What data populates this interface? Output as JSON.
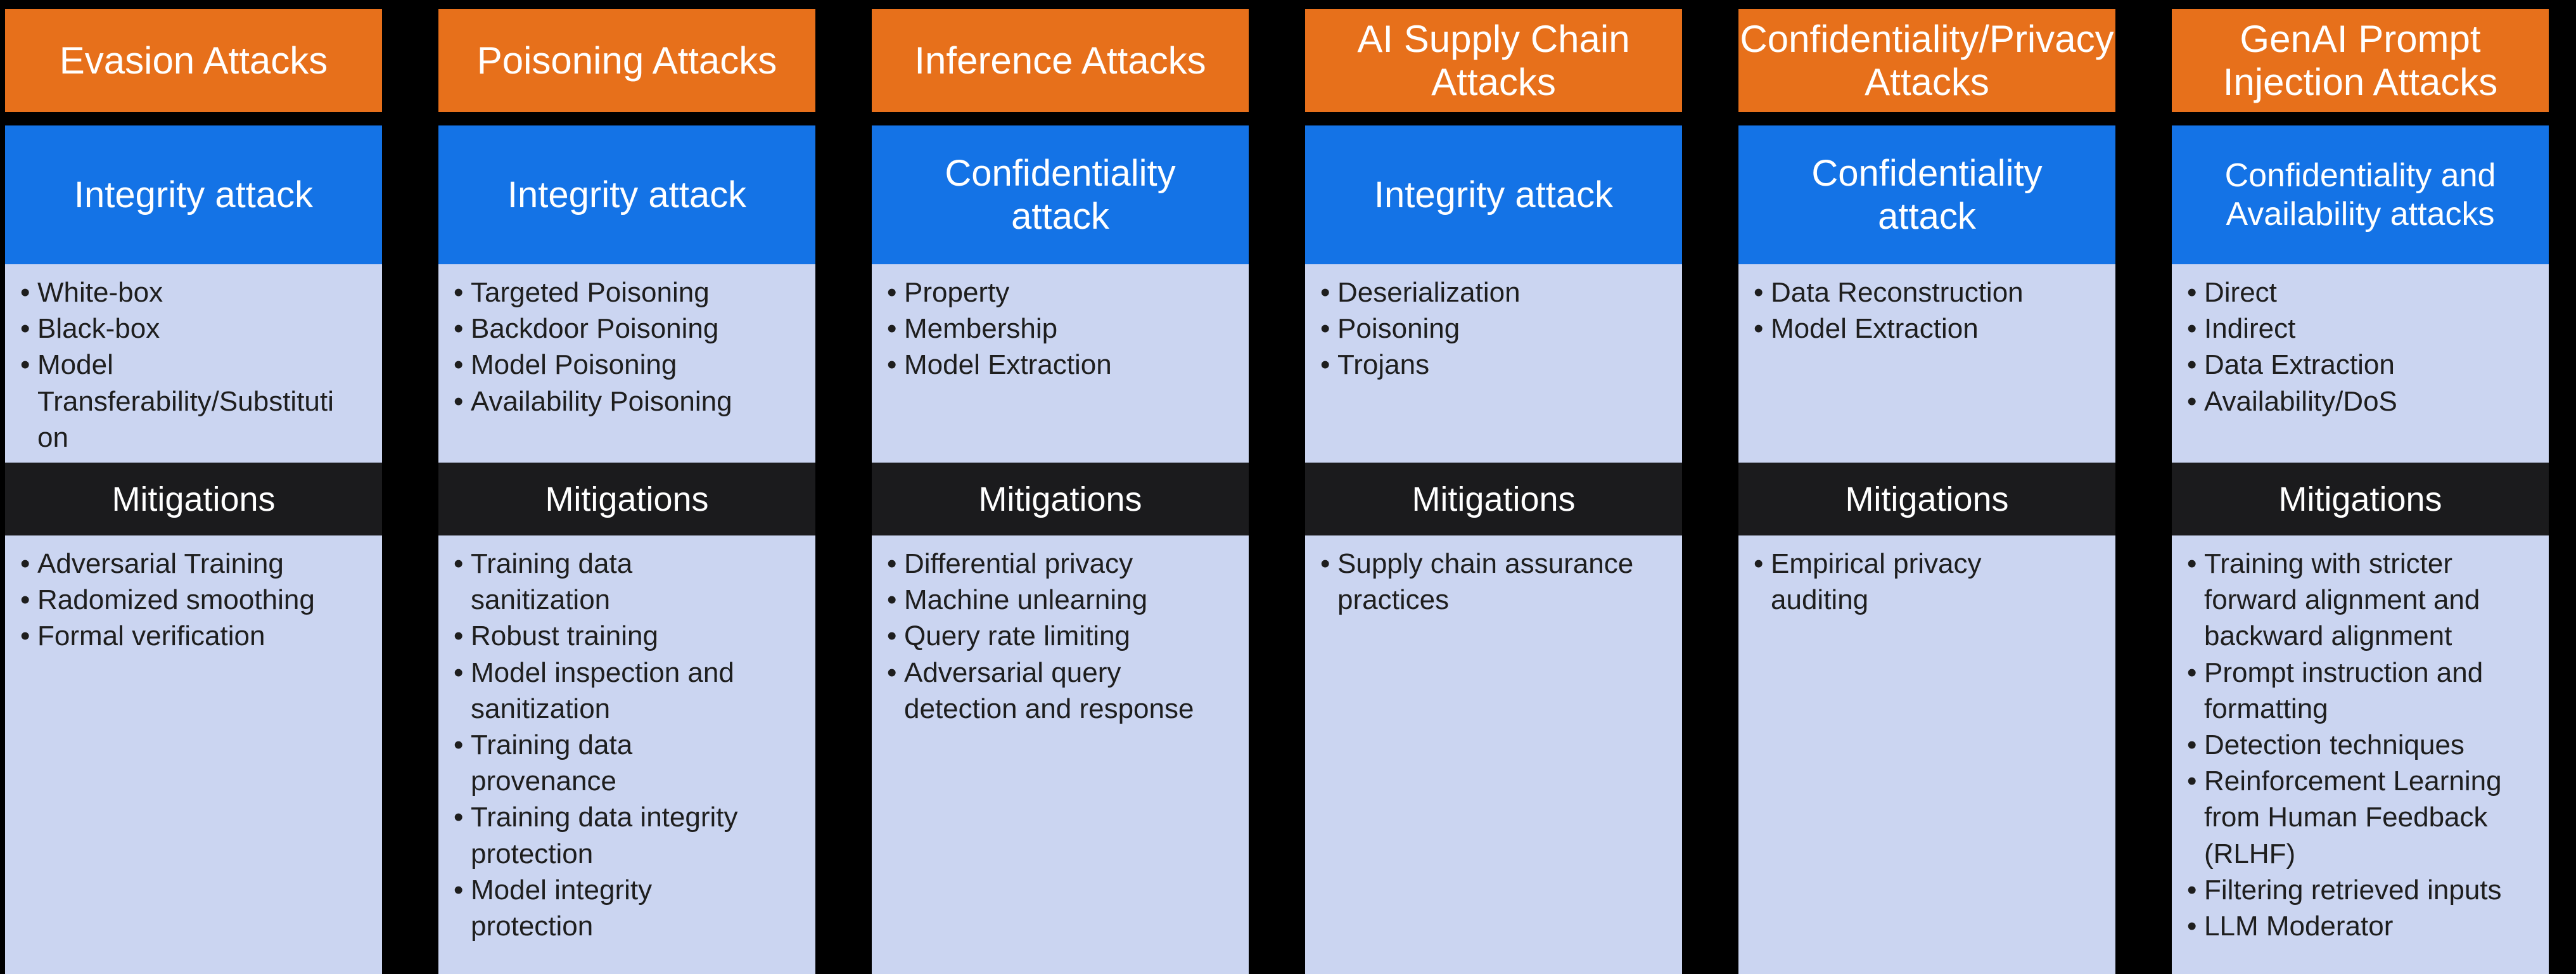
{
  "bullet_glyph": "•",
  "mitigations_label": "Mitigations",
  "colors": {
    "background": "#000000",
    "header_bg": "#E7701B",
    "subheader_bg": "#1473E6",
    "body_bg": "#CBD5F1",
    "mitigations_bar_bg": "#1B1B1D",
    "header_text": "#FFFFFF",
    "body_text": "#1E1E1E"
  },
  "columns": [
    {
      "header": "Evasion Attacks",
      "subheader": "Integrity attack",
      "attack_types": [
        "White-box",
        "Black-box",
        "Model Transferability/Substitution"
      ],
      "mitigations": [
        "Adversarial Training",
        "Radomized smoothing",
        "Formal verification"
      ]
    },
    {
      "header": "Poisoning Attacks",
      "subheader": "Integrity attack",
      "attack_types": [
        "Targeted Poisoning",
        "Backdoor Poisoning",
        "Model Poisoning",
        "Availability Poisoning"
      ],
      "mitigations": [
        "Training data sanitization",
        "Robust training",
        "Model inspection and sanitization",
        "Training data provenance",
        "Training data integrity protection",
        "Model integrity protection"
      ]
    },
    {
      "header": "Inference Attacks",
      "subheader": "Confidentiality attack",
      "attack_types": [
        "Property",
        "Membership",
        "Model Extraction"
      ],
      "mitigations": [
        "Differential privacy",
        "Machine unlearning",
        "Query rate limiting",
        "Adversarial query detection and response"
      ]
    },
    {
      "header": "AI Supply Chain Attacks",
      "subheader": "Integrity attack",
      "attack_types": [
        "Deserialization",
        "Poisoning",
        "Trojans"
      ],
      "mitigations": [
        "Supply chain assurance practices"
      ]
    },
    {
      "header": "Confidentiality/Privacy Attacks",
      "subheader": "Confidentiality attack",
      "attack_types": [
        "Data Reconstruction",
        "Model Extraction"
      ],
      "mitigations": [
        "Empirical privacy auditing"
      ]
    },
    {
      "header": "GenAI Prompt Injection Attacks",
      "subheader": "Confidentiality and Availability attacks",
      "attack_types": [
        "Direct",
        "Indirect",
        "Data Extraction",
        "Availability/DoS"
      ],
      "mitigations": [
        "Training with stricter forward alignment and backward alignment",
        "Prompt instruction and formatting",
        "Detection techniques",
        "Reinforcement Learning from Human Feedback (RLHF)",
        "Filtering retrieved inputs",
        "LLM Moderator"
      ]
    }
  ]
}
